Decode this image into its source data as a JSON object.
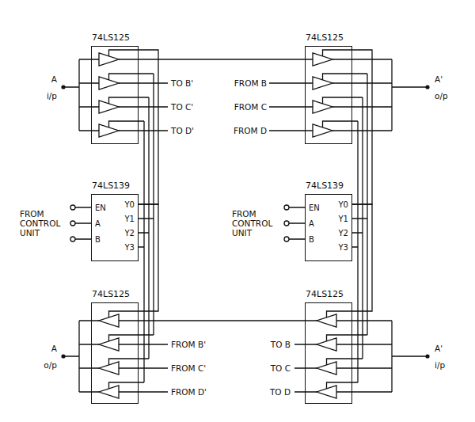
{
  "diagram": {
    "nodes": [
      {
        "text": [
          "74LS125"
        ]
      },
      {
        "text": [
          "74LS125"
        ]
      },
      {
        "text": [
          "74LS139",
          "EN",
          "A",
          "B",
          "Y0",
          "Y1",
          "Y2",
          "Y3"
        ]
      },
      {
        "text": [
          "74LS139",
          "EN",
          "A",
          "B",
          "Y0",
          "Y1",
          "Y2",
          "Y3"
        ]
      },
      {
        "text": [
          "74LS125"
        ]
      },
      {
        "text": [
          "74LS125"
        ]
      }
    ],
    "edges": [
      {
        "from": 0,
        "to": 1,
        "arrow": "none"
      },
      {
        "from": 2,
        "to": 0,
        "arrow": "none"
      },
      {
        "from": 2,
        "to": 4,
        "arrow": "none"
      },
      {
        "from": 3,
        "to": 1,
        "arrow": "none"
      },
      {
        "from": 3,
        "to": 5,
        "arrow": "none"
      },
      {
        "from": 5,
        "to": 4,
        "arrow": "none"
      }
    ],
    "labels": [
      "A",
      "i/p",
      "TO B'",
      "FROM B",
      "TO C'",
      "FROM C",
      "TO D'",
      "FROM D",
      "A'",
      "o/p",
      "FROM CONTROL UNIT",
      "FROM CONTROL UNIT",
      "A",
      "o/p",
      "FROM B'",
      "TO B",
      "FROM C'",
      "TO C",
      "FROM D'",
      "TO D",
      "A'",
      "i/p"
    ]
  }
}
